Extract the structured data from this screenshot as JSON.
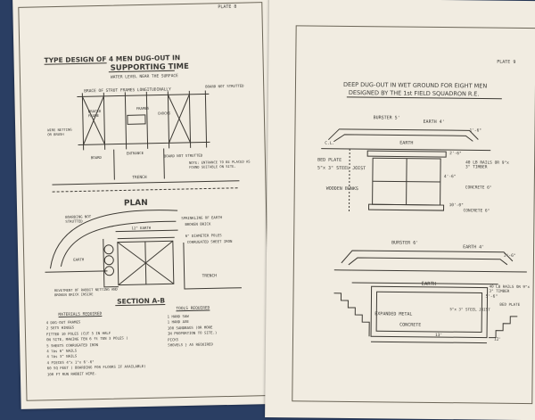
{
  "left": {
    "plate_label": "PLATE 8",
    "title_line1": "TYPE DESIGN OF 4 MEN DUG-OUT IN",
    "title_line2": "SUPPORTING TIME",
    "water_level": "WATER LEVEL NEAR THE SURFACE",
    "brace_note": "BRACE OF STRUT FRAMES LONGITUDINALLY",
    "board_not_strutted": "BOARD NOT STRUTTED",
    "braced_frame": "BRACED FRAME",
    "frames": "FRAMES",
    "chocks": "CHOCKS",
    "entrance": "ENTRANCE",
    "board": "BOARD",
    "board_not_strutted_2": "BOARD NOT STRUTTED",
    "note_entrance": "NOTE: ENTRANCE TO BE PLACED AS FOUND SUITABLE ON SITE.",
    "wire_note": "WIRE NETTING OR BRUSH",
    "trench": "TRENCH",
    "plan": "PLAN",
    "boarding_note": "BOARDING NOT STRUTTED",
    "sprinkling": "SPRINKLING OF EARTH",
    "broken_brick": "BROKEN BRICK",
    "earth_12": "12\" EARTH",
    "diameter_poles": "6\" DIAMETER POLES",
    "corrugated": "CORRUGATED SHEET IRON",
    "earth": "EARTH",
    "trench_2": "TRENCH",
    "revetment": "REVETMENT OF RABBIT NETTING AND BROKEN BRICK INSIDE",
    "section": "SECTION A-B",
    "materials_title": "MATERIALS REQUIRED",
    "materials": [
      "4 DUG-OUT FRAMES",
      "2 SETS HINGES",
      "FITTED 10 POLES (CUT 5 IN HALF",
      "ON SITE, MAKING TEN 6 ft TEN 3 POLES )",
      "5 SHEETS CORRUGATED IRON",
      "4 lbs 6\" NAILS",
      "4 lbs 3\" NAILS",
      "4 PIECES 4\"x 1\"x 6'-6\"",
      "60 SQ FEET ( BOARDING FOR FLOORS IF AVAILABLE)",
      "100 FT RUN RABBIT WIRE."
    ],
    "tools_title": "TOOLS REQUIRED",
    "tools": [
      "1 HAND SAW",
      "1 HAND AXE",
      "100 SANDBAGS (OR MORE",
      "IN PROPORTION TO SITE.)",
      "PICKS",
      "SHOVELS } AS REQUIRED"
    ]
  },
  "right": {
    "plate_label": "PLATE 9",
    "title_line1": "DEEP DUG-OUT IN WET GROUND FOR EIGHT MEN",
    "title_line2": "DESIGNED BY THE 1st FIELD SQUADRON R.E.",
    "burster": "BURSTER 5'",
    "earth_4": "EARTH 4'",
    "dim_1_6": "1'-6\"",
    "earth": "EARTH",
    "cl": "C.L.",
    "bed_plate": "BED PLATE",
    "steel_joist": "5\"x 3\" STEEL JOIST",
    "wooden_bunks": "WOODEN BUNKS",
    "lb_rails": "40 LB RAILS OR 9\"x 3\" TIMBER",
    "concrete_6": "CONCRETE 6\"",
    "concrete_6b": "CONCRETE 6\"",
    "dim_2_6": "2'-6\"",
    "dim_4_6": "4'-6\"",
    "dim_10_0": "10'-0\"",
    "burster_6": "BURSTER 6'",
    "earth_4b": "EARTH 4'",
    "dim_2_6b": "2'-6\"",
    "earth_b": "EARTH",
    "lb_rails_b": "40 LB RAILS OR 9\"x 3\" TIMBER",
    "bed_plate_b": "BED PLATE",
    "expanded_metal": "EXPANDED METAL",
    "concrete": "CONCRETE",
    "steel_joist_b": "5\"x 3\" STEEL JOIST",
    "dim_13": "13'",
    "dim_12": "12'",
    "dim_5_6": "5'-6\""
  }
}
